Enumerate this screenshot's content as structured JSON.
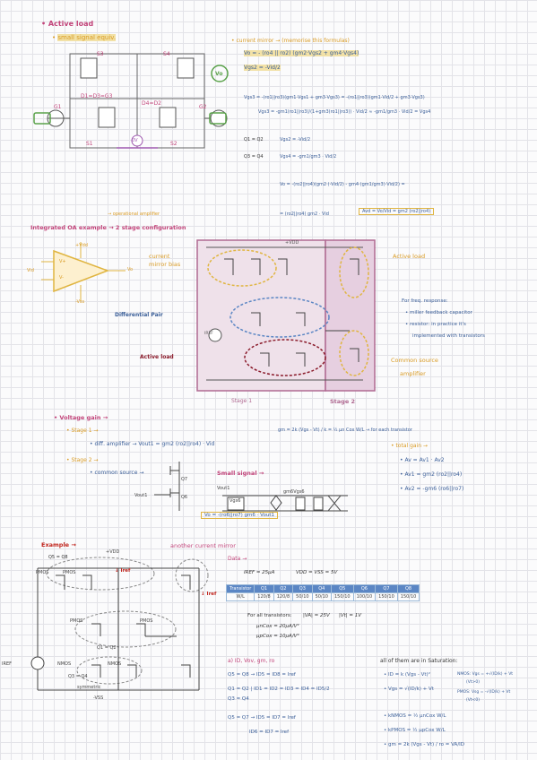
{
  "sec1": {
    "title": "Active load",
    "subtitle": "small signal equiv.",
    "labels": {
      "s3": "S3",
      "s4": "S4",
      "s1": "S1",
      "s2": "S2",
      "g1": "G1",
      "g2": "G2",
      "d1": "D1=D3=G3",
      "d4": "D4=D2",
      "vo": "Vo",
      "gnd": "0V",
      "plus": "+",
      "minus": "-"
    },
    "cm_title": "current mirror → (memorise this formulas)",
    "eq1": "Vo = - (ro4 || ro2) (gm2·Vgs2 + gm4·Vgs4)",
    "eq2": "Vgs2 = -Vid/2",
    "eq3": "Vgs3 = -(ro1||ro3)(gm1·Vgs1 + gm3·Vgs3) = -(ro1||ro3)(gm1·Vid/2 + gm3·Vgs3)",
    "eq4": "Vgs3 = -gm1(ro1||ro3)/(1+gm3(ro1||ro3)) · Vid/2 ≈ -gm1/gm3 · Vid/2 = Vgs4",
    "q1q2": "Q1 = Q2",
    "q3q4": "Q3 = Q4",
    "eq5": "Vgs2 = -Vid/2",
    "eq6": "Vgs4 = -gm1/gm3 · Vid/2",
    "eq7": "Vo = -(ro2||ro4)(gm2·(-Vid/2) - gm4·(gm1/gm3)·Vid/2) =",
    "eq8": "= (ro2||ro4) gm2 · Vid",
    "avd": "Avd = Vo/Vid = gm2 (ro2||ro4)"
  },
  "sec2": {
    "note": "→ operational amplifier",
    "title": "Integrated OA example → 2 stage configuration",
    "vdd": "+Vdd",
    "vss": "-Vss",
    "vin_plus": "V+",
    "vin_minus": "V-",
    "vo": "Vo",
    "vid": "Vid",
    "current_mirror_bias": [
      "current",
      "mirror bias"
    ],
    "diff_pair": "Differential Pair",
    "active_load": "Active load",
    "active_load2": "Active load",
    "freq": "For freq. response:",
    "freq_items": [
      "• miller feedback capacitor",
      "• resistor: in practice it's",
      "implemented with transistors"
    ],
    "common_source": [
      "Common source",
      "amplifier"
    ],
    "stage1": "Stage 1",
    "stage2": "Stage 2",
    "vdd_top": "+VDD",
    "iref": "IREF"
  },
  "sec3": {
    "title": "Voltage gain →",
    "stage1": "Stage 1 →",
    "diff": "diff. amplifier → Vout1 = gm2 (ro2||ro4) · Vid",
    "gm_note": "gm = 2k (Vgs - Vt) / k = ½ μn Cox W/L → for each transistor",
    "stage2": "Stage 2 →",
    "cs": "common source →",
    "small_signal": "Small signal →",
    "vout1": "Vout1",
    "vgs6": "Vgs6",
    "gmv": "gm6Vgs6",
    "q7": "Q7",
    "q6": "Q6",
    "vo_formula": "Vo = -(ro6||ro7) gm6 · Vout1",
    "total_gain": "• total gain →",
    "av": "Av = Av1 · Av2",
    "av1": "Av1 = gm2 (ro2||ro4)",
    "av2": "Av2 = -gm6 (ro6||ro7)"
  },
  "sec4": {
    "example": "Example →",
    "q5q8": "Q5 = Q8",
    "pmos": "PMOS",
    "vdd": "+VDD",
    "iref": "↓ Iref",
    "iref_side": "↓ Iref",
    "iref_left": "IREF",
    "q3q4": "Q3 = Q4",
    "q1q2": "Q1 = Q2",
    "nmos": "NMOS",
    "symmetric": "symmetric",
    "vss": "-VSS",
    "another": "another current mirror",
    "data": "Data →",
    "iref_val": "IREF = 25μA",
    "vdd_val": "VDD = VSS = 5V",
    "table_head": [
      "Transistor",
      "Q1",
      "Q2",
      "Q3",
      "Q4",
      "Q5",
      "Q6",
      "Q7",
      "Q8"
    ],
    "table_row": [
      "W/L",
      "120/8",
      "120/8",
      "50/10",
      "50/10",
      "150/10",
      "100/10",
      "150/10",
      "150/10"
    ],
    "all_trans": "For all transistors:",
    "vt": "|Vt| = 1V",
    "va": "|VA| = 25V",
    "cn": "μnCox = 20μA/V²",
    "cp": "μpCox = 10μA/V²",
    "q_a": "a) ID, Vov, gm, ro",
    "line1": "Q5 = Q8 → ID5 = ID8 = Iref",
    "line2": "Q1 = Q2 | ID1 = ID2 = ID3 = ID4 = ID5/2",
    "line2b": "Q3 = Q4",
    "line3": "Q5 = Q7 → ID5 = ID7 = Iref",
    "line4": "ID6 = ID7 = Iref",
    "sat": "all of them are in Saturation:",
    "id_eq": "• ID = k (Vgs - Vt)²",
    "vgs_eq": "• Vgs = √(ID/k) + Vt",
    "nmos_r": "NMOS: Vgs = +√(ID/k) + Vt",
    "nmos_c": "(Vt>0)",
    "pmos_r": "PMOS: Vsg = -√(ID/k) + Vt",
    "pmos_c": "(Vt<0)",
    "kn": "• kNMOS = ½ μnCox W/L",
    "kp": "• kPMOS = ½ μpCox W/L",
    "gm": "• gm = 2k (Vgs - Vt) / ro = VA/ID"
  }
}
